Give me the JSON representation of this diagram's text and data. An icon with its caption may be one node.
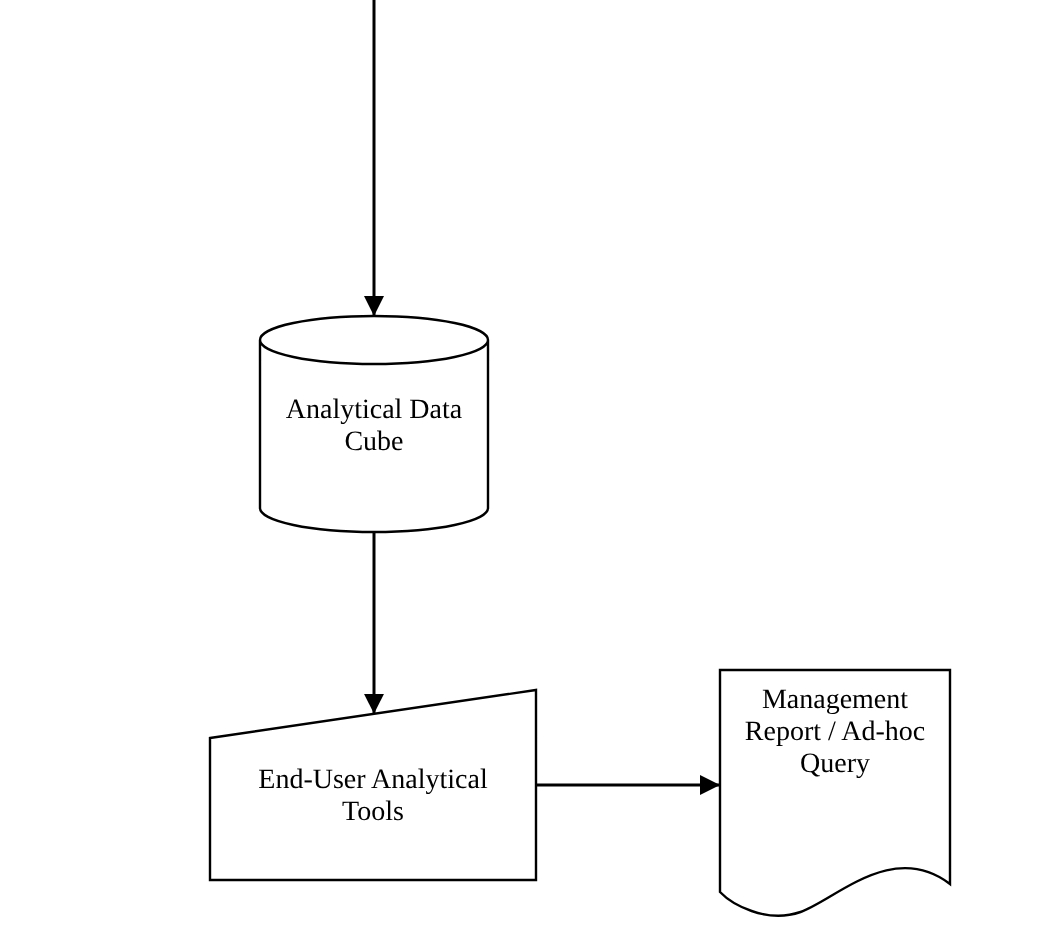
{
  "diagram": {
    "nodes": [
      {
        "text": [
          "Analytical Data Cube"
        ]
      },
      {
        "text": [
          "End-User Analytical Tools"
        ]
      },
      {
        "text": [
          "Management Report / Ad-hoc Query"
        ]
      }
    ],
    "edges": [
      {
        "from": null,
        "to": 0,
        "arrow": "to"
      },
      {
        "from": 0,
        "to": 1,
        "arrow": "to"
      },
      {
        "from": 1,
        "to": 2,
        "arrow": "to"
      }
    ]
  }
}
